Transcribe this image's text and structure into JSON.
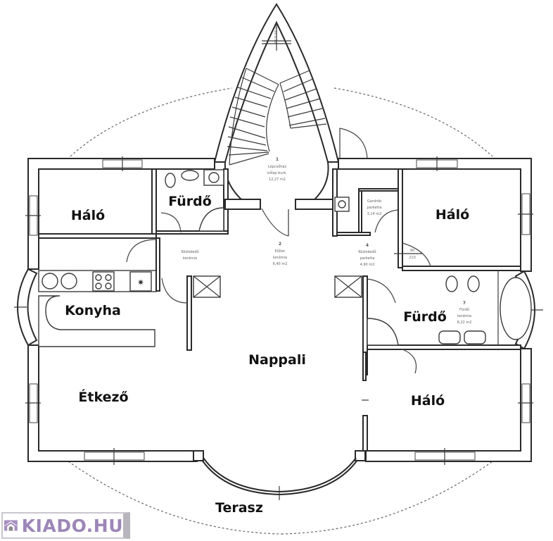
{
  "rooms": {
    "halo_top_left": "Háló",
    "furdo_top": "Fürdő",
    "halo_top_right": "Háló",
    "konyha": "Konyha",
    "furdo_right": "Fürdő",
    "nappali": "Nappali",
    "etkezo": "Étkező",
    "halo_bottom_right": "Háló",
    "terasz": "Terasz"
  },
  "annotations": {
    "lepcsohaz": {
      "number": "1",
      "line1": "Lépcsőház",
      "line2": "kőlap burk.",
      "area": "12,27 m2"
    },
    "eloter": {
      "number": "2",
      "line1": "Előtér",
      "line2": "kerámia",
      "area": "6,40 m2"
    },
    "kozlekedo_left": {
      "line1": "Közlekedő",
      "line2": "kerámia"
    },
    "kozlekedo_right": {
      "number": "4",
      "line1": "Közlekedő",
      "line2": "parketta",
      "area": "4,90 m2"
    },
    "gardrob": {
      "line1": "Gardrób",
      "line2": "parketta",
      "area": "3,14 m2"
    },
    "furdo_detail": {
      "number": "7",
      "line1": "Fürdő",
      "line2": "kerámia",
      "area": "8,22 m2"
    },
    "door_dim": {
      "width": "90",
      "height": "210"
    },
    "stair_marks": "1.10 1.10"
  },
  "watermark": {
    "text": "KIADO.HU",
    "color": "#9d86b8"
  }
}
